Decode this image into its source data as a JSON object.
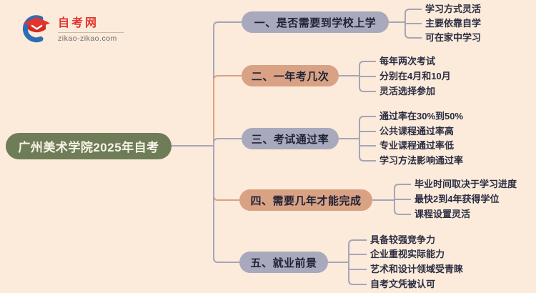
{
  "page": {
    "background": "#fcebdb"
  },
  "logo": {
    "title": "自考网",
    "domain": "zikao-zikao.com",
    "title_color": "#e3342e",
    "cap_color": "#e3342e",
    "cap_front_color": "#d22b26",
    "crescent_color": "#2d6db5"
  },
  "root": {
    "label": "广州美术学院2025年自考",
    "bg": "#6f7c58",
    "text_color": "#f6f3e7"
  },
  "colors": {
    "slate_node": "#a9a9bd",
    "tan_node": "#d9a285",
    "line_gray": "#a5a5b8",
    "line_orange": "#d9a183",
    "node_text": "#1f2335",
    "sub_text": "#2a2d42"
  },
  "branches": [
    {
      "label": "一、是否需要到学校上学",
      "theme": "slate",
      "children": [
        "学习方式灵活",
        "主要依靠自学",
        "可在家中学习"
      ]
    },
    {
      "label": "二、一年考几次",
      "theme": "tan",
      "children": [
        "每年两次考试",
        "分别在4月和10月",
        "灵活选择参加"
      ]
    },
    {
      "label": "三、考试通过率",
      "theme": "slate",
      "children": [
        "通过率在30%到50%",
        "公共课程通过率高",
        "专业课程通过率低",
        "学习方法影响通过率"
      ]
    },
    {
      "label": "四、需要几年才能完成",
      "theme": "tan",
      "children": [
        "毕业时间取决于学习进度",
        "最快2到4年获得学位",
        "课程设置灵活"
      ]
    },
    {
      "label": "五、就业前景",
      "theme": "slate",
      "children": [
        "具备较强竞争力",
        "企业重视实际能力",
        "艺术和设计领域受青睐",
        "自考文凭被认可"
      ]
    }
  ]
}
